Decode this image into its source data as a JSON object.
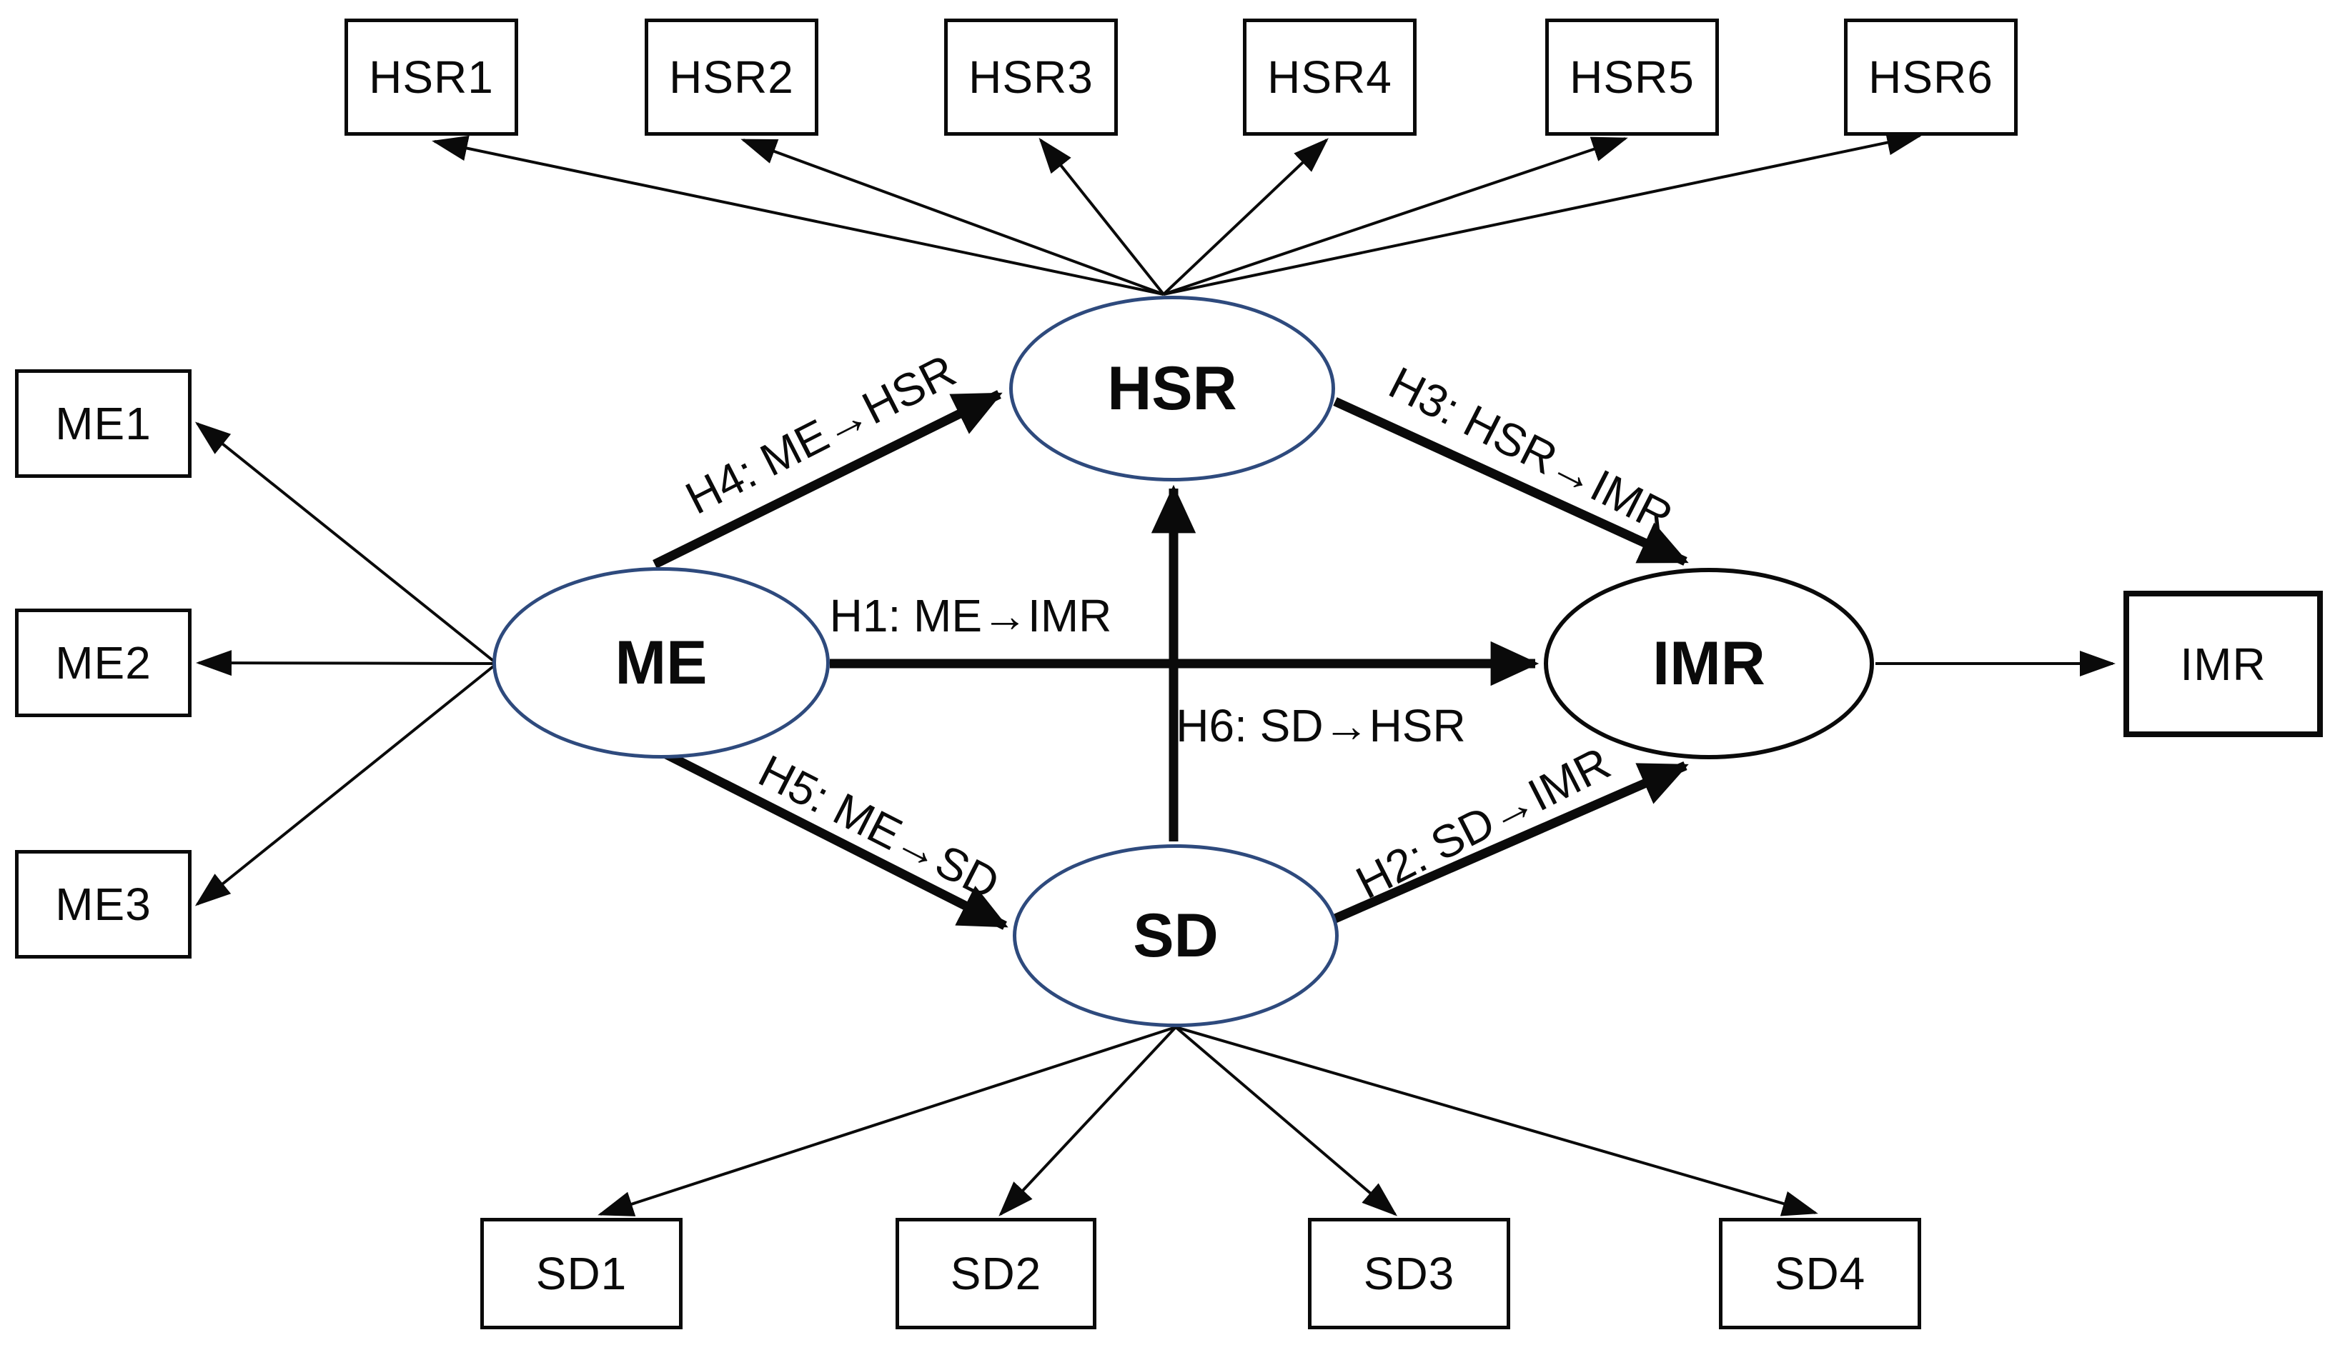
{
  "diagram": {
    "type": "sem-path-model",
    "colors": {
      "background": "#ffffff",
      "latent_ellipse_border": "#2e4a7d",
      "imr_ellipse_border": "#0a0a0a",
      "indicator_box_border": "#0a0a0a",
      "arrow": "#0a0a0a",
      "text": "#0a0a0a"
    },
    "latents": {
      "hsr": {
        "label": "HSR"
      },
      "me": {
        "label": "ME"
      },
      "sd": {
        "label": "SD"
      },
      "imr": {
        "label": "IMR"
      }
    },
    "indicators": {
      "hsr1": "HSR1",
      "hsr2": "HSR2",
      "hsr3": "HSR3",
      "hsr4": "HSR4",
      "hsr5": "HSR5",
      "hsr6": "HSR6",
      "me1": "ME1",
      "me2": "ME2",
      "me3": "ME3",
      "sd1": "SD1",
      "sd2": "SD2",
      "sd3": "SD3",
      "sd4": "SD4",
      "imr": "IMR"
    },
    "hypotheses": {
      "h1": "H1: ME→IMR",
      "h2": "H2: SD→IMR",
      "h3": "H3: HSR→IMR",
      "h4": "H4: ME→HSR",
      "h5": "H5: ME→SD",
      "h6": "H6: SD→HSR"
    }
  }
}
